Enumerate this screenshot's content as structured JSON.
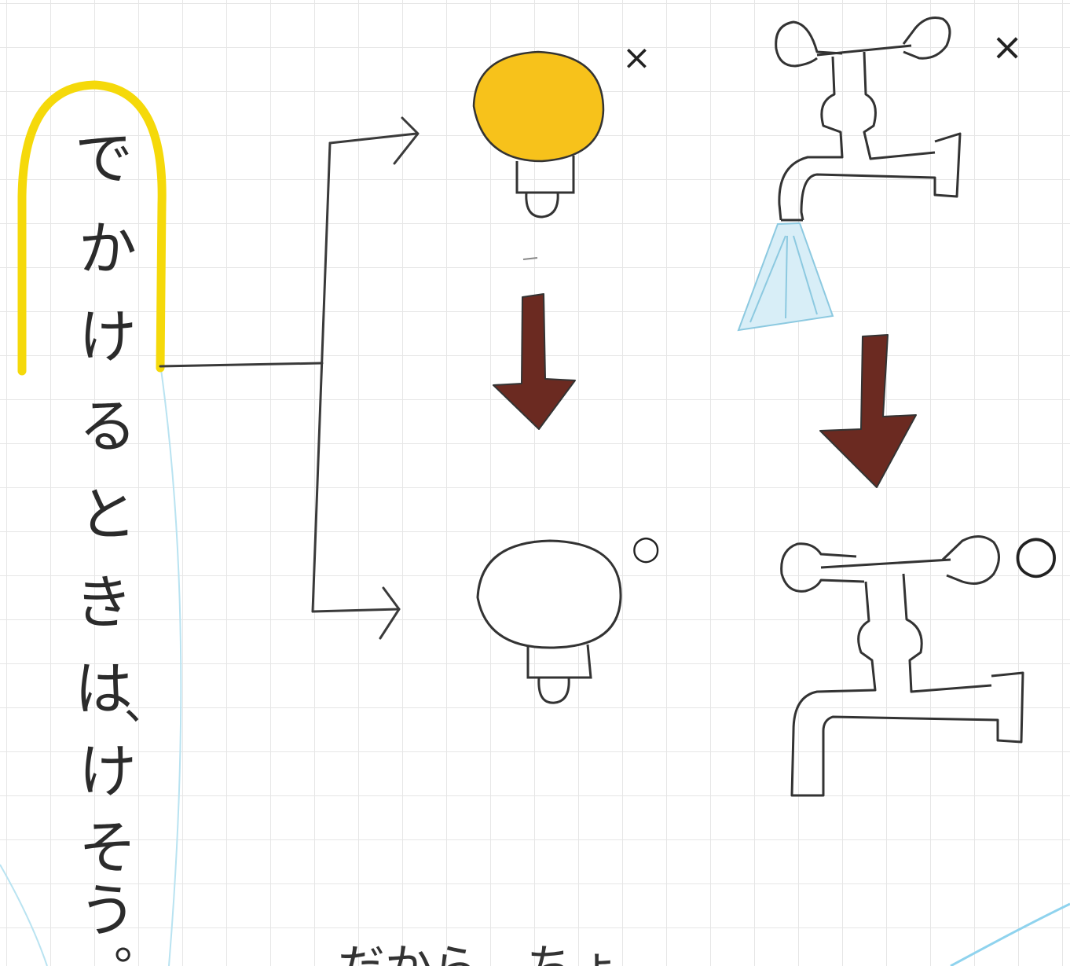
{
  "caption": {
    "chars": [
      "で",
      "か",
      "け",
      "る",
      "と",
      "き",
      "は",
      "、",
      "け",
      "そ",
      "う",
      "。"
    ]
  },
  "marks": {
    "bulb_on": "×",
    "faucet_running": "×",
    "bulb_off": "○",
    "faucet_closed": "○"
  },
  "bottom_partial_text": "だから、ちょ",
  "colors": {
    "highlight": "#f5d90a",
    "bulb_on_fill": "#f7c21b",
    "arrow_fill": "#6b2a21",
    "water": "#a9d8ea",
    "line": "#3a3a3a"
  },
  "icons": {
    "lit_bulb": "light-bulb-on-icon",
    "unlit_bulb": "light-bulb-off-icon",
    "running_faucet": "faucet-running-icon",
    "closed_faucet": "faucet-closed-icon",
    "down_arrow": "down-arrow-icon"
  }
}
